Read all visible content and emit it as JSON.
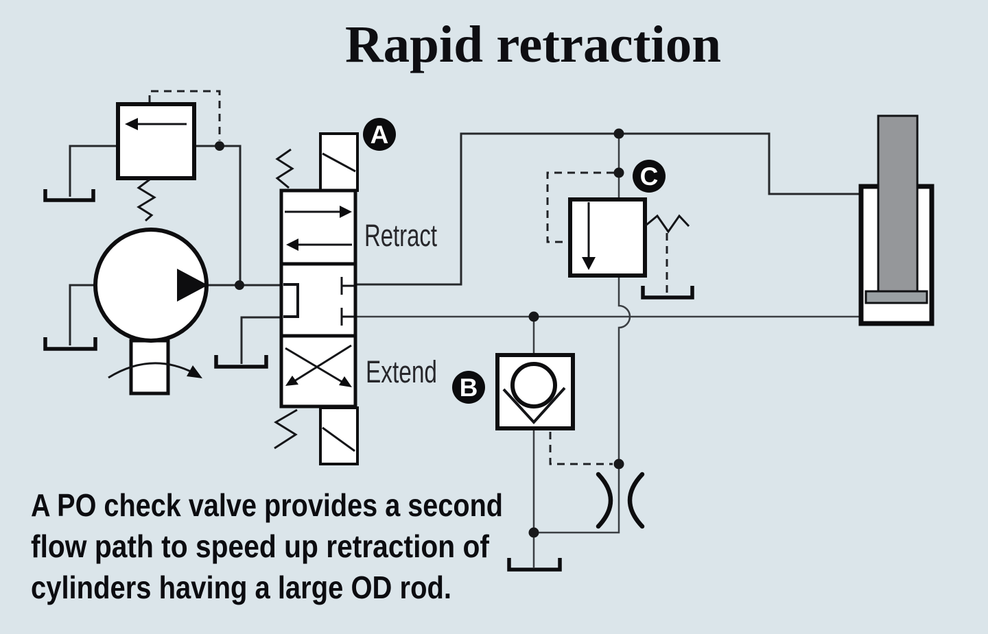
{
  "page": {
    "title": "Rapid retraction"
  },
  "diagram": {
    "valve_labels": {
      "a": "A",
      "b": "B",
      "c": "C"
    },
    "position_labels": {
      "retract": "Retract",
      "extend": "Extend"
    },
    "caption": {
      "line1": "A PO check valve provides a second",
      "line2": "flow path to speed up retraction of",
      "line3": "cylinders having a large OD rod."
    },
    "components": {
      "pump": "hydraulic-pump",
      "relief": "relief-valve",
      "valve_a": "directional-control-valve",
      "valve_b": "pilot-operated-check-valve",
      "valve_c": "counterbalance-valve",
      "cylinder": "large-rod-cylinder",
      "orifice": "orifice-restriction",
      "tank": "reservoir-symbol"
    },
    "colors": {
      "background": "#dbe5ea",
      "line": "#26282b",
      "valve_border": "#0d0d0f",
      "rod_gray": "#95979a",
      "piston_gray": "#9aa0a3",
      "badge_black": "#0b0b0d"
    }
  }
}
